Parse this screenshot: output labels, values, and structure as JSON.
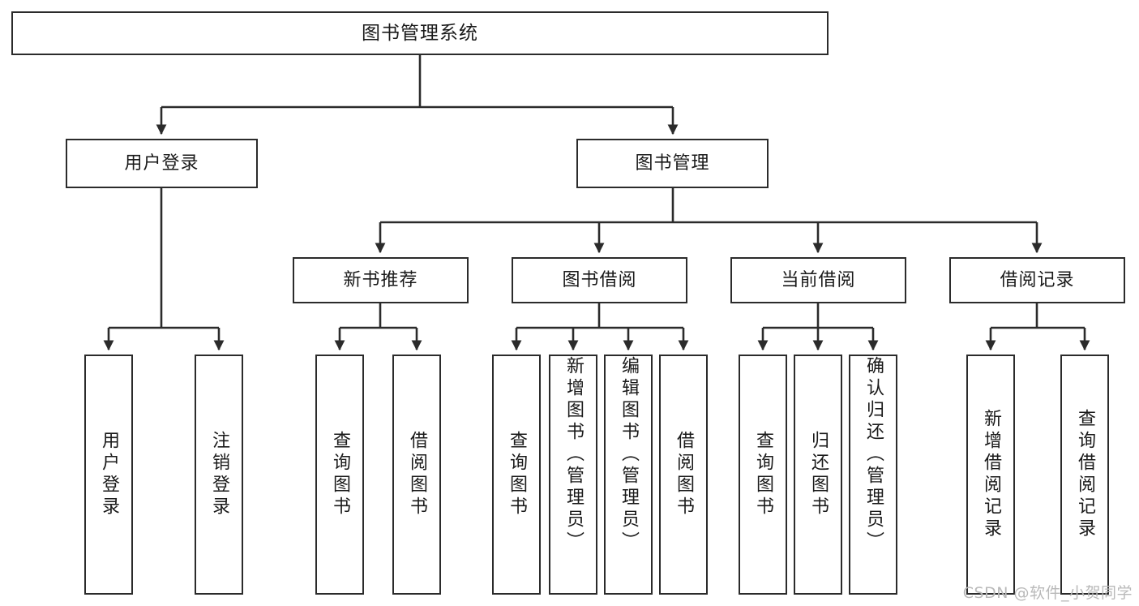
{
  "diagram": {
    "type": "tree-hierarchy",
    "title": "图书管理系统",
    "watermark": "CSDN @软件_小贺同学",
    "colors": {
      "stroke": "#2b2b2b",
      "background": "#ffffff",
      "text": "#1a1a1a",
      "watermark": "#b9b9b9"
    },
    "nodes": {
      "root": {
        "label": "图书管理系统"
      },
      "level1": [
        {
          "label": "用户登录"
        },
        {
          "label": "图书管理"
        }
      ],
      "level2": [
        {
          "label": "新书推荐"
        },
        {
          "label": "图书借阅"
        },
        {
          "label": "当前借阅"
        },
        {
          "label": "借阅记录"
        }
      ],
      "leaves": {
        "user_login": [
          {
            "label": "用户登录"
          },
          {
            "label": "注销登录"
          }
        ],
        "new_book_recommend": [
          {
            "label": "查询图书"
          },
          {
            "label": "借阅图书"
          }
        ],
        "book_borrow": [
          {
            "label": "查询图书"
          },
          {
            "label": "新增图书（管理员）"
          },
          {
            "label": "编辑图书（管理员）"
          },
          {
            "label": "借阅图书"
          }
        ],
        "current_borrow": [
          {
            "label": "查询图书"
          },
          {
            "label": "归还图书"
          },
          {
            "label": "确认归还（管理员）"
          }
        ],
        "borrow_record": [
          {
            "label": "新增借阅记录"
          },
          {
            "label": "查询借阅记录"
          }
        ]
      }
    }
  }
}
